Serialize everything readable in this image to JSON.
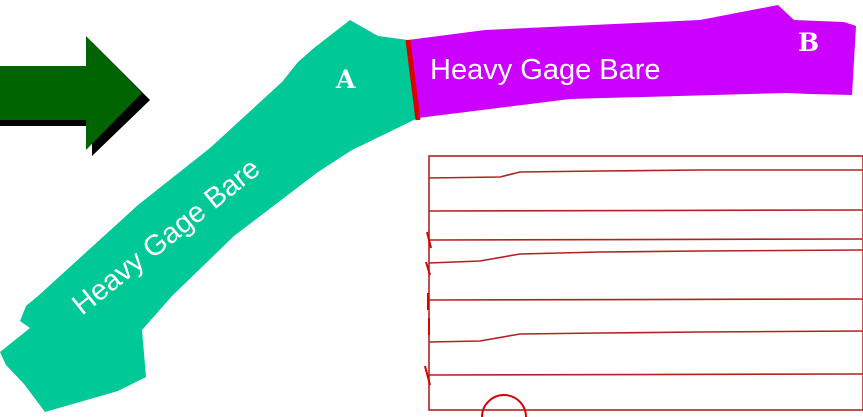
{
  "arrow": {
    "color": "#006400",
    "shadow": "#000000"
  },
  "segment_a": {
    "label": "Heavy Gage Bare",
    "letter": "A",
    "color": "#00C896"
  },
  "segment_b": {
    "label": "Heavy Gage Bare",
    "letter": "B",
    "color": "#CC00FF"
  },
  "joint": {
    "color": "#DD0000"
  },
  "detail_sketch": {
    "line_color": "#B22222",
    "accent_color": "#DD0000"
  }
}
